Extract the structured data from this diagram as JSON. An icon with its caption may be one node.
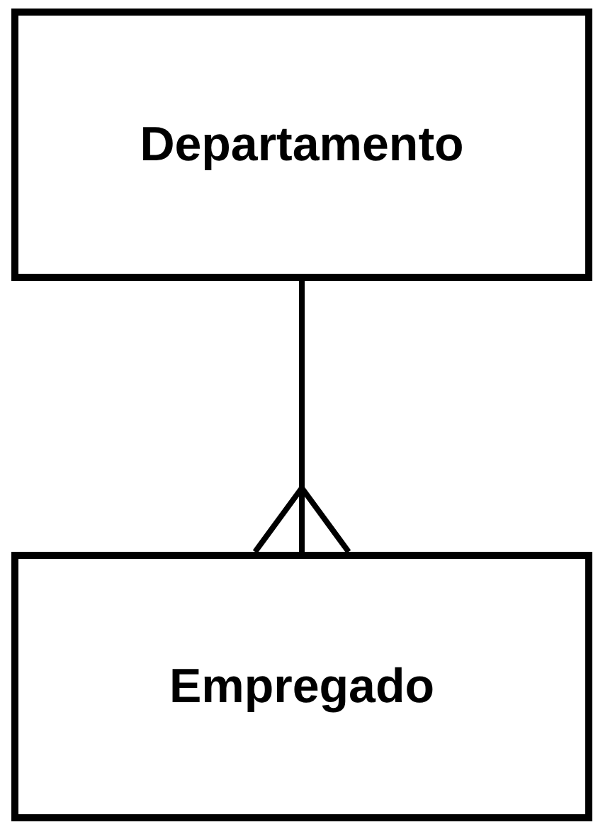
{
  "diagram": {
    "nodes": [
      {
        "text": [
          "Departamento"
        ]
      },
      {
        "text": [
          "Empregado"
        ]
      }
    ],
    "edges": [
      {
        "from": 0,
        "to": 1,
        "arrow": "other"
      }
    ]
  }
}
